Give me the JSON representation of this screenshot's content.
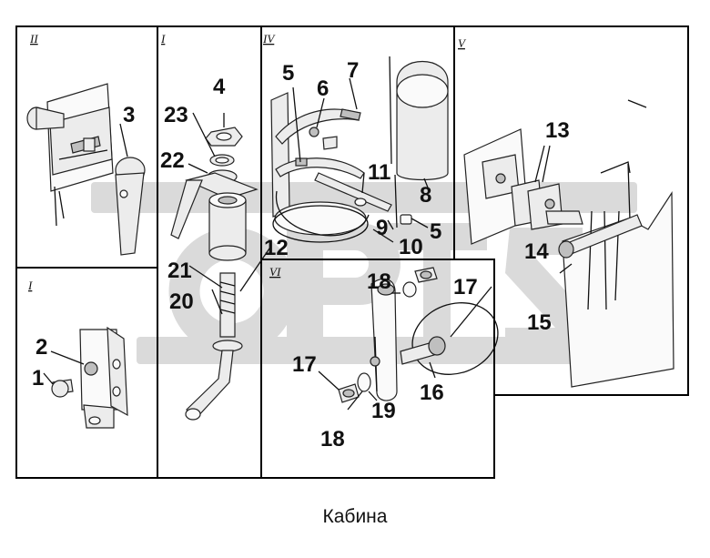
{
  "caption": "Кабина",
  "panels": [
    {
      "id": "II",
      "label": "II"
    },
    {
      "id": "I_top",
      "label": "I"
    },
    {
      "id": "IV",
      "label": "IV"
    },
    {
      "id": "V",
      "label": "V"
    },
    {
      "id": "I_bottom",
      "label": "I"
    },
    {
      "id": "VI",
      "label": "VI"
    }
  ],
  "callouts": [
    "1",
    "2",
    "3",
    "4",
    "5",
    "5",
    "6",
    "7",
    "8",
    "9",
    "10",
    "11",
    "12",
    "13",
    "14",
    "15",
    "16",
    "17",
    "17",
    "18",
    "18",
    "19",
    "20",
    "21",
    "22",
    "23"
  ],
  "watermark": "OPTS",
  "colors": {
    "line": "#111111",
    "watermark": "#d3d3d3",
    "part": "#ececec"
  }
}
